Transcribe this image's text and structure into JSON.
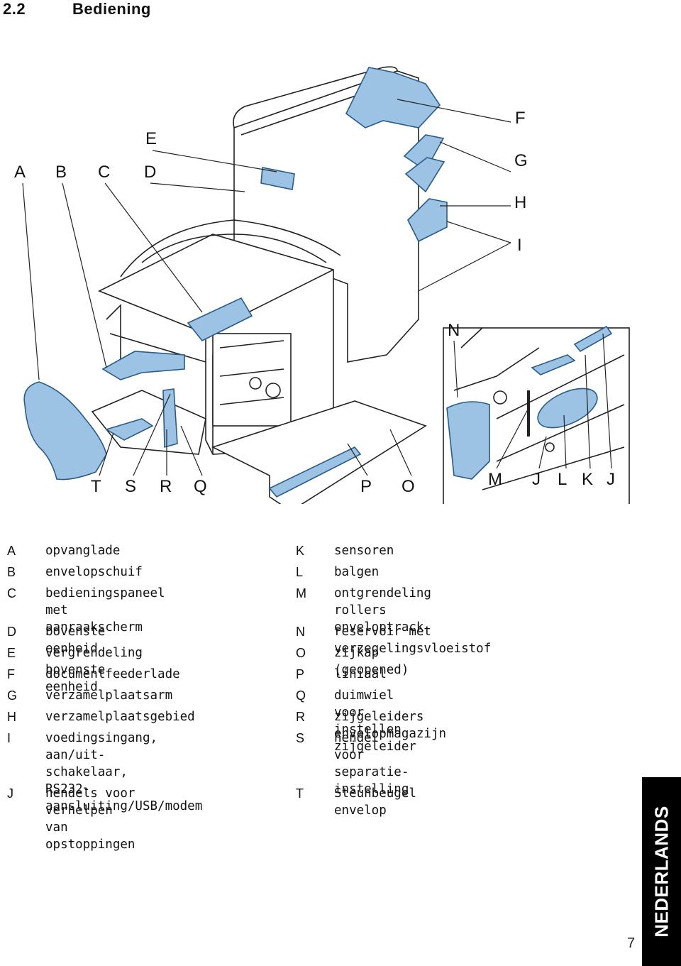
{
  "section": {
    "number": "2.2",
    "title": "Bediening"
  },
  "callouts": {
    "A": "A",
    "B": "B",
    "C": "C",
    "D": "D",
    "E": "E",
    "F": "F",
    "G": "G",
    "H": "H",
    "I": "I",
    "N": "N",
    "T": "T",
    "S": "S",
    "R": "R",
    "Q": "Q",
    "P": "P",
    "O": "O",
    "M": "M",
    "J1": "J",
    "L": "L",
    "K": "K",
    "J2": "J"
  },
  "legend_left": [
    {
      "key": "A",
      "text": "opvanglade"
    },
    {
      "key": "B",
      "text": "envelopschuif"
    },
    {
      "key": "C",
      "text": "bedieningspaneel met\naanraakscherm"
    },
    {
      "key": "D",
      "text": "bovenste eenheid"
    },
    {
      "key": "E",
      "text": "vergrendeling bovenste eenheid"
    },
    {
      "key": "F",
      "text": "documentfeederlade"
    },
    {
      "key": "G",
      "text": "verzamelplaatsarm"
    },
    {
      "key": "H",
      "text": "verzamelplaatsgebied"
    },
    {
      "key": "I",
      "text": "voedingsingang, aan/uit-\nschakelaar,\nRS232-aansluiting/USB/modem"
    },
    {
      "key": "J",
      "text": "hendels voor verhelpen van\nopstoppingen"
    }
  ],
  "legend_right": [
    {
      "key": "K",
      "text": "sensoren"
    },
    {
      "key": "L",
      "text": "balgen"
    },
    {
      "key": "M",
      "text": "ontgrendeling rollers enveloptrack"
    },
    {
      "key": "N",
      "text": "reservoir met verzegelingsvloeistof"
    },
    {
      "key": "O",
      "text": "zijkap (geopened)"
    },
    {
      "key": "P",
      "text": "liniaal"
    },
    {
      "key": "Q",
      "text": "duimwiel voor instellen zijgeleider"
    },
    {
      "key": "R",
      "text": "zijgeleiders envelopmagazijn"
    },
    {
      "key": "S",
      "text": "hendel voor separatie-instelling"
    },
    {
      "key": "T",
      "text": "Steunbeugel envelop"
    }
  ],
  "side_tab": "NEDERLANDS",
  "page_number": "7",
  "colors": {
    "part_fill": "#9cc3e4",
    "part_stroke": "#2a5a86",
    "line": "#222222"
  }
}
